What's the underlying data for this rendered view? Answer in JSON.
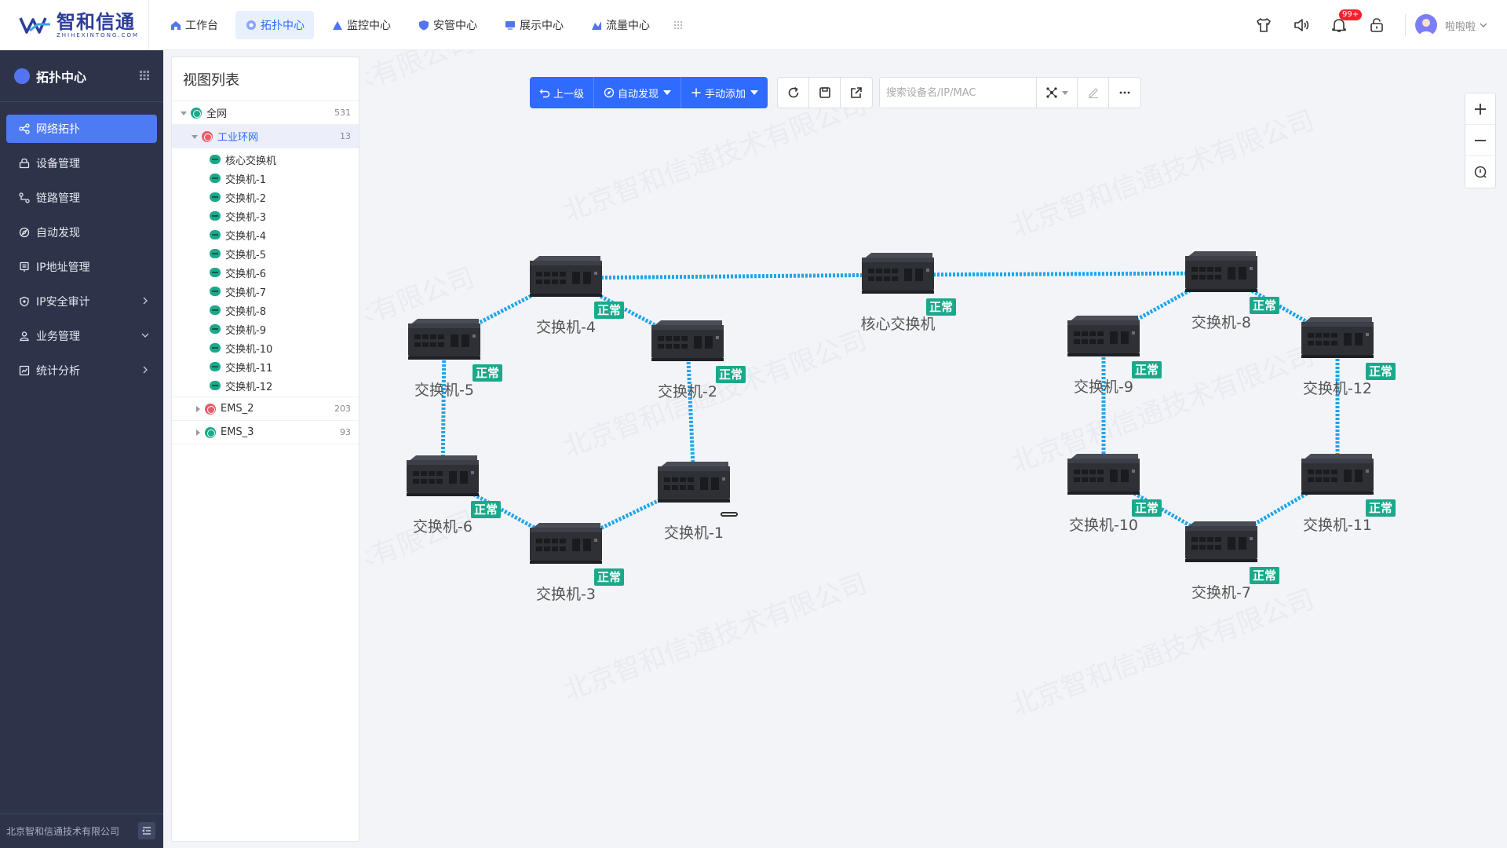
{
  "brand": {
    "name": "智和信通",
    "sub": "ZHIHEXINTONG.COM"
  },
  "topnav": [
    {
      "label": "工作台",
      "active": false
    },
    {
      "label": "拓扑中心",
      "active": true
    },
    {
      "label": "监控中心",
      "active": false
    },
    {
      "label": "安管中心",
      "active": false
    },
    {
      "label": "展示中心",
      "active": false
    },
    {
      "label": "流量中心",
      "active": false
    }
  ],
  "header": {
    "badge": "99+",
    "username": "啦啦啦"
  },
  "sidebar": {
    "title": "拓扑中心",
    "items": [
      {
        "label": "网络拓扑",
        "active": true,
        "arrow": ""
      },
      {
        "label": "设备管理",
        "active": false,
        "arrow": ""
      },
      {
        "label": "链路管理",
        "active": false,
        "arrow": ""
      },
      {
        "label": "自动发现",
        "active": false,
        "arrow": ""
      },
      {
        "label": "IP地址管理",
        "active": false,
        "arrow": ""
      },
      {
        "label": "IP安全审计",
        "active": false,
        "arrow": "right"
      },
      {
        "label": "业务管理",
        "active": false,
        "arrow": "down"
      },
      {
        "label": "统计分析",
        "active": false,
        "arrow": "right"
      }
    ],
    "footer": "北京智和信通技术有限公司"
  },
  "tree": {
    "title": "视图列表",
    "root": {
      "label": "全网",
      "count": "531"
    },
    "group": {
      "label": "工业环网",
      "count": "13"
    },
    "leaves": [
      "核心交换机",
      "交换机-1",
      "交换机-2",
      "交换机-3",
      "交换机-4",
      "交换机-5",
      "交换机-6",
      "交换机-7",
      "交换机-8",
      "交换机-9",
      "交换机-10",
      "交换机-11",
      "交换机-12"
    ],
    "others": [
      {
        "label": "EMS_2",
        "count": "203",
        "color": "red"
      },
      {
        "label": "EMS_3",
        "count": "93",
        "color": "green"
      }
    ]
  },
  "toolbar": {
    "back": "上一级",
    "auto": "自动发现",
    "manual": "手动添加",
    "search_placeholder": "搜索设备名/IP/MAC"
  },
  "watermark": "北京智和信通技术有限公司",
  "topology": {
    "status_text": "正常",
    "devices": [
      {
        "id": "core",
        "label": "核心交换机",
        "status": true
      },
      {
        "id": "s1",
        "label": "交换机-1",
        "status": false
      },
      {
        "id": "s2",
        "label": "交换机-2",
        "status": true
      },
      {
        "id": "s3",
        "label": "交换机-3",
        "status": true
      },
      {
        "id": "s4",
        "label": "交换机-4",
        "status": true
      },
      {
        "id": "s5",
        "label": "交换机-5",
        "status": true
      },
      {
        "id": "s6",
        "label": "交换机-6",
        "status": true
      },
      {
        "id": "s7",
        "label": "交换机-7",
        "status": true
      },
      {
        "id": "s8",
        "label": "交换机-8",
        "status": true
      },
      {
        "id": "s9",
        "label": "交换机-9",
        "status": true
      },
      {
        "id": "s10",
        "label": "交换机-10",
        "status": true
      },
      {
        "id": "s11",
        "label": "交换机-11",
        "status": true
      },
      {
        "id": "s12",
        "label": "交换机-12",
        "status": true
      }
    ],
    "links": [
      [
        "s4",
        "core"
      ],
      [
        "core",
        "s8"
      ],
      [
        "s4",
        "s5"
      ],
      [
        "s4",
        "s2"
      ],
      [
        "s5",
        "s6"
      ],
      [
        "s2",
        "s1"
      ],
      [
        "s6",
        "s3"
      ],
      [
        "s3",
        "s1"
      ],
      [
        "s8",
        "s9"
      ],
      [
        "s8",
        "s12"
      ],
      [
        "s9",
        "s10"
      ],
      [
        "s12",
        "s11"
      ],
      [
        "s10",
        "s7"
      ],
      [
        "s11",
        "s7"
      ]
    ]
  }
}
